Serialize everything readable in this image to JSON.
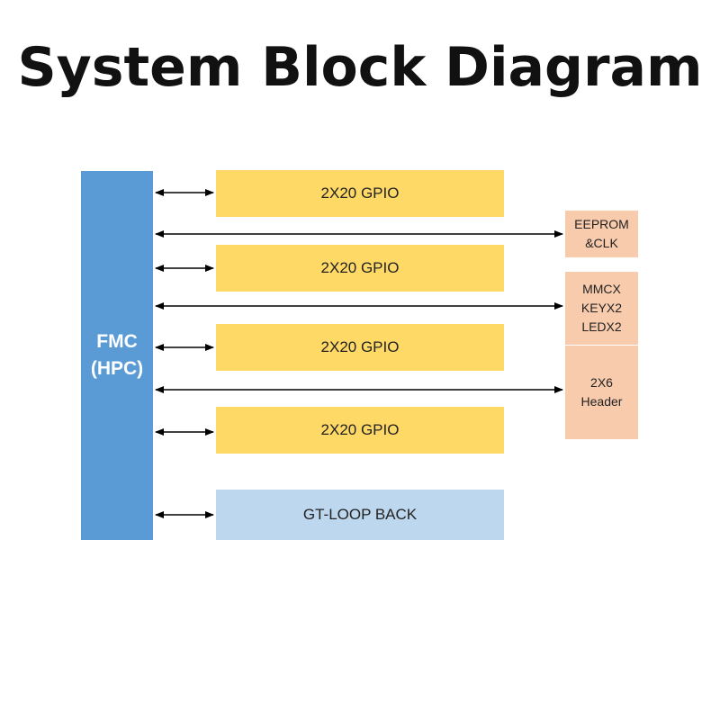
{
  "title": "System Block Diagram",
  "fmc": {
    "line1": "FMC",
    "line2": "(HPC)"
  },
  "gpio_blocks": [
    "2X20 GPIO",
    "2X20 GPIO",
    "2X20 GPIO",
    "2X20 GPIO"
  ],
  "gt_block": "GT-LOOP BACK",
  "side_blocks": {
    "eeprom": [
      "EEPROM",
      "&CLK"
    ],
    "mmcx": [
      "MMCX",
      "KEYX2",
      "LEDX2"
    ],
    "header": [
      "2X6",
      "Header"
    ]
  },
  "colors": {
    "fmc": "#5b9bd5",
    "gpio": "#ffd966",
    "gt": "#bdd7ee",
    "side": "#f8cbad",
    "arrow": "#000000"
  }
}
